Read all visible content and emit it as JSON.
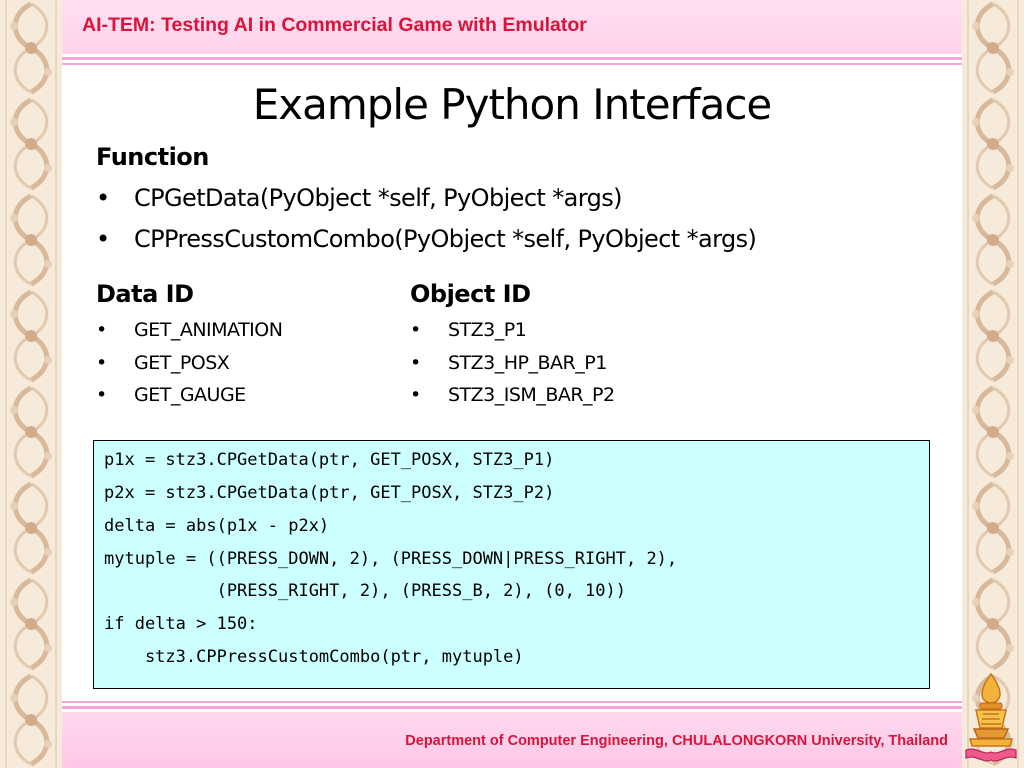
{
  "header": {
    "title": "AI-TEM: Testing AI in Commercial Game with Emulator"
  },
  "slide": {
    "title": "Example Python Interface"
  },
  "function_section": {
    "heading": "Function",
    "items": [
      "CPGetData(PyObject *self, PyObject *args)",
      "CPPressCustomCombo(PyObject *self, PyObject *args)"
    ]
  },
  "data_id_section": {
    "heading": "Data ID",
    "items": [
      "GET_ANIMATION",
      "GET_POSX",
      "GET_GAUGE"
    ]
  },
  "object_id_section": {
    "heading": "Object ID",
    "items": [
      "STZ3_P1",
      "STZ3_HP_BAR_P1",
      "STZ3_ISM_BAR_P2"
    ]
  },
  "code": {
    "lines": [
      "p1x = stz3.CPGetData(ptr, GET_POSX, STZ3_P1)",
      "p2x = stz3.CPGetData(ptr, GET_POSX, STZ3_P2)",
      "delta = abs(p1x - p2x)",
      "mytuple = ((PRESS_DOWN, 2), (PRESS_DOWN|PRESS_RIGHT, 2),",
      "           (PRESS_RIGHT, 2), (PRESS_B, 2), (0, 10))",
      "if delta > 150:",
      "    stz3.CPPressCustomCombo(ptr, mytuple)"
    ]
  },
  "footer": {
    "text": "Department of Computer Engineering, CHULALONGKORN University, Thailand"
  },
  "colors": {
    "accent_red": "#d8143a",
    "band_pink": "#ffd3ec",
    "code_bg": "#ccffff"
  },
  "icons": {
    "logo": "university-crest-icon"
  }
}
